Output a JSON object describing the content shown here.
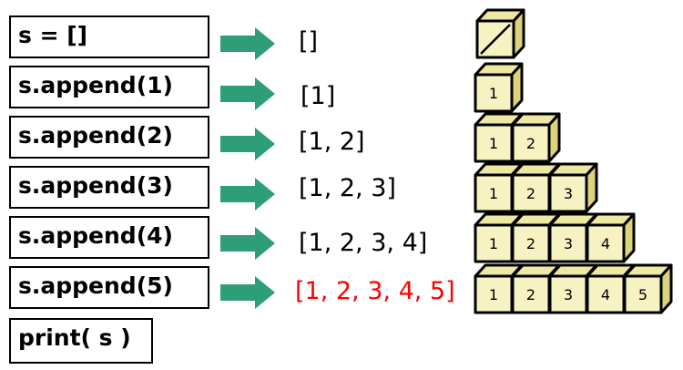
{
  "code_lines": [
    "s = []",
    "s.append(1)",
    "s.append(2)",
    "s.append(3)",
    "s.append(4)",
    "s.append(5)",
    "print( s )"
  ],
  "list_states": [
    "[]",
    "[1]",
    "[1, 2]",
    "[1, 2, 3]",
    "[1, 2, 3, 4]",
    "[1, 2, 3, 4, 5]"
  ],
  "rows": [
    [],
    [
      "1"
    ],
    [
      "1",
      "2"
    ],
    [
      "1",
      "2",
      "3"
    ],
    [
      "1",
      "2",
      "3",
      "4"
    ],
    [
      "1",
      "2",
      "3",
      "4",
      "5"
    ]
  ],
  "colors": {
    "arrow": "#2E9E77",
    "cube_front": "#F6F2C2",
    "cube_top": "#EEE8A2",
    "cube_side": "#DCD47D",
    "highlight_text": "#FF0000",
    "normal_text": "#000000"
  }
}
